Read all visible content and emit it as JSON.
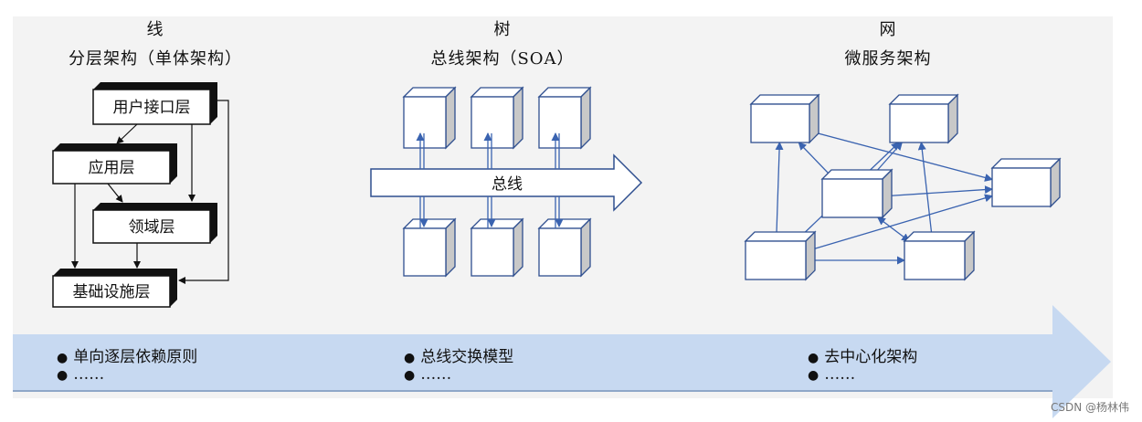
{
  "columns": [
    {
      "label": "线",
      "title": "分层架构（单体架构）"
    },
    {
      "label": "树",
      "title": "总线架构（SOA）"
    },
    {
      "label": "网",
      "title": "微服务架构"
    }
  ],
  "layered": {
    "layers": [
      "用户接口层",
      "应用层",
      "领域层",
      "基础设施层"
    ]
  },
  "bus": {
    "label": "总线"
  },
  "principles": [
    {
      "text": "单向逐层依赖原则",
      "more": "……"
    },
    {
      "text": "总线交换模型",
      "more": "……"
    },
    {
      "text": "去中心化架构",
      "more": "……"
    }
  ],
  "bullet_symbol": "●",
  "watermark": "CSDN @杨林伟",
  "colors": {
    "arrow_fill": "#c7d9f1",
    "box_stroke": "#2f4f8f",
    "cube_side": "#c8c8c8",
    "connector": "#3a63b0",
    "panel_bg": "#f3f3f3"
  }
}
